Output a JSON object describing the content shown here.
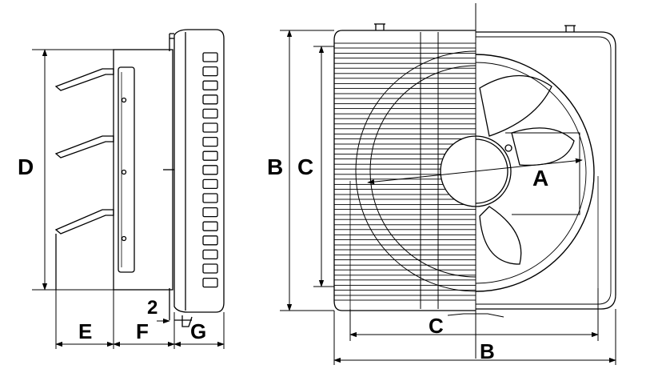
{
  "labels": {
    "a": "A",
    "b_left": "B",
    "c_left": "C",
    "c_bottom": "C",
    "b_bottom": "B",
    "d": "D",
    "e": "E",
    "f": "F",
    "g": "G",
    "two": "2"
  },
  "colors": {
    "line": "#000000",
    "background": "#ffffff"
  }
}
